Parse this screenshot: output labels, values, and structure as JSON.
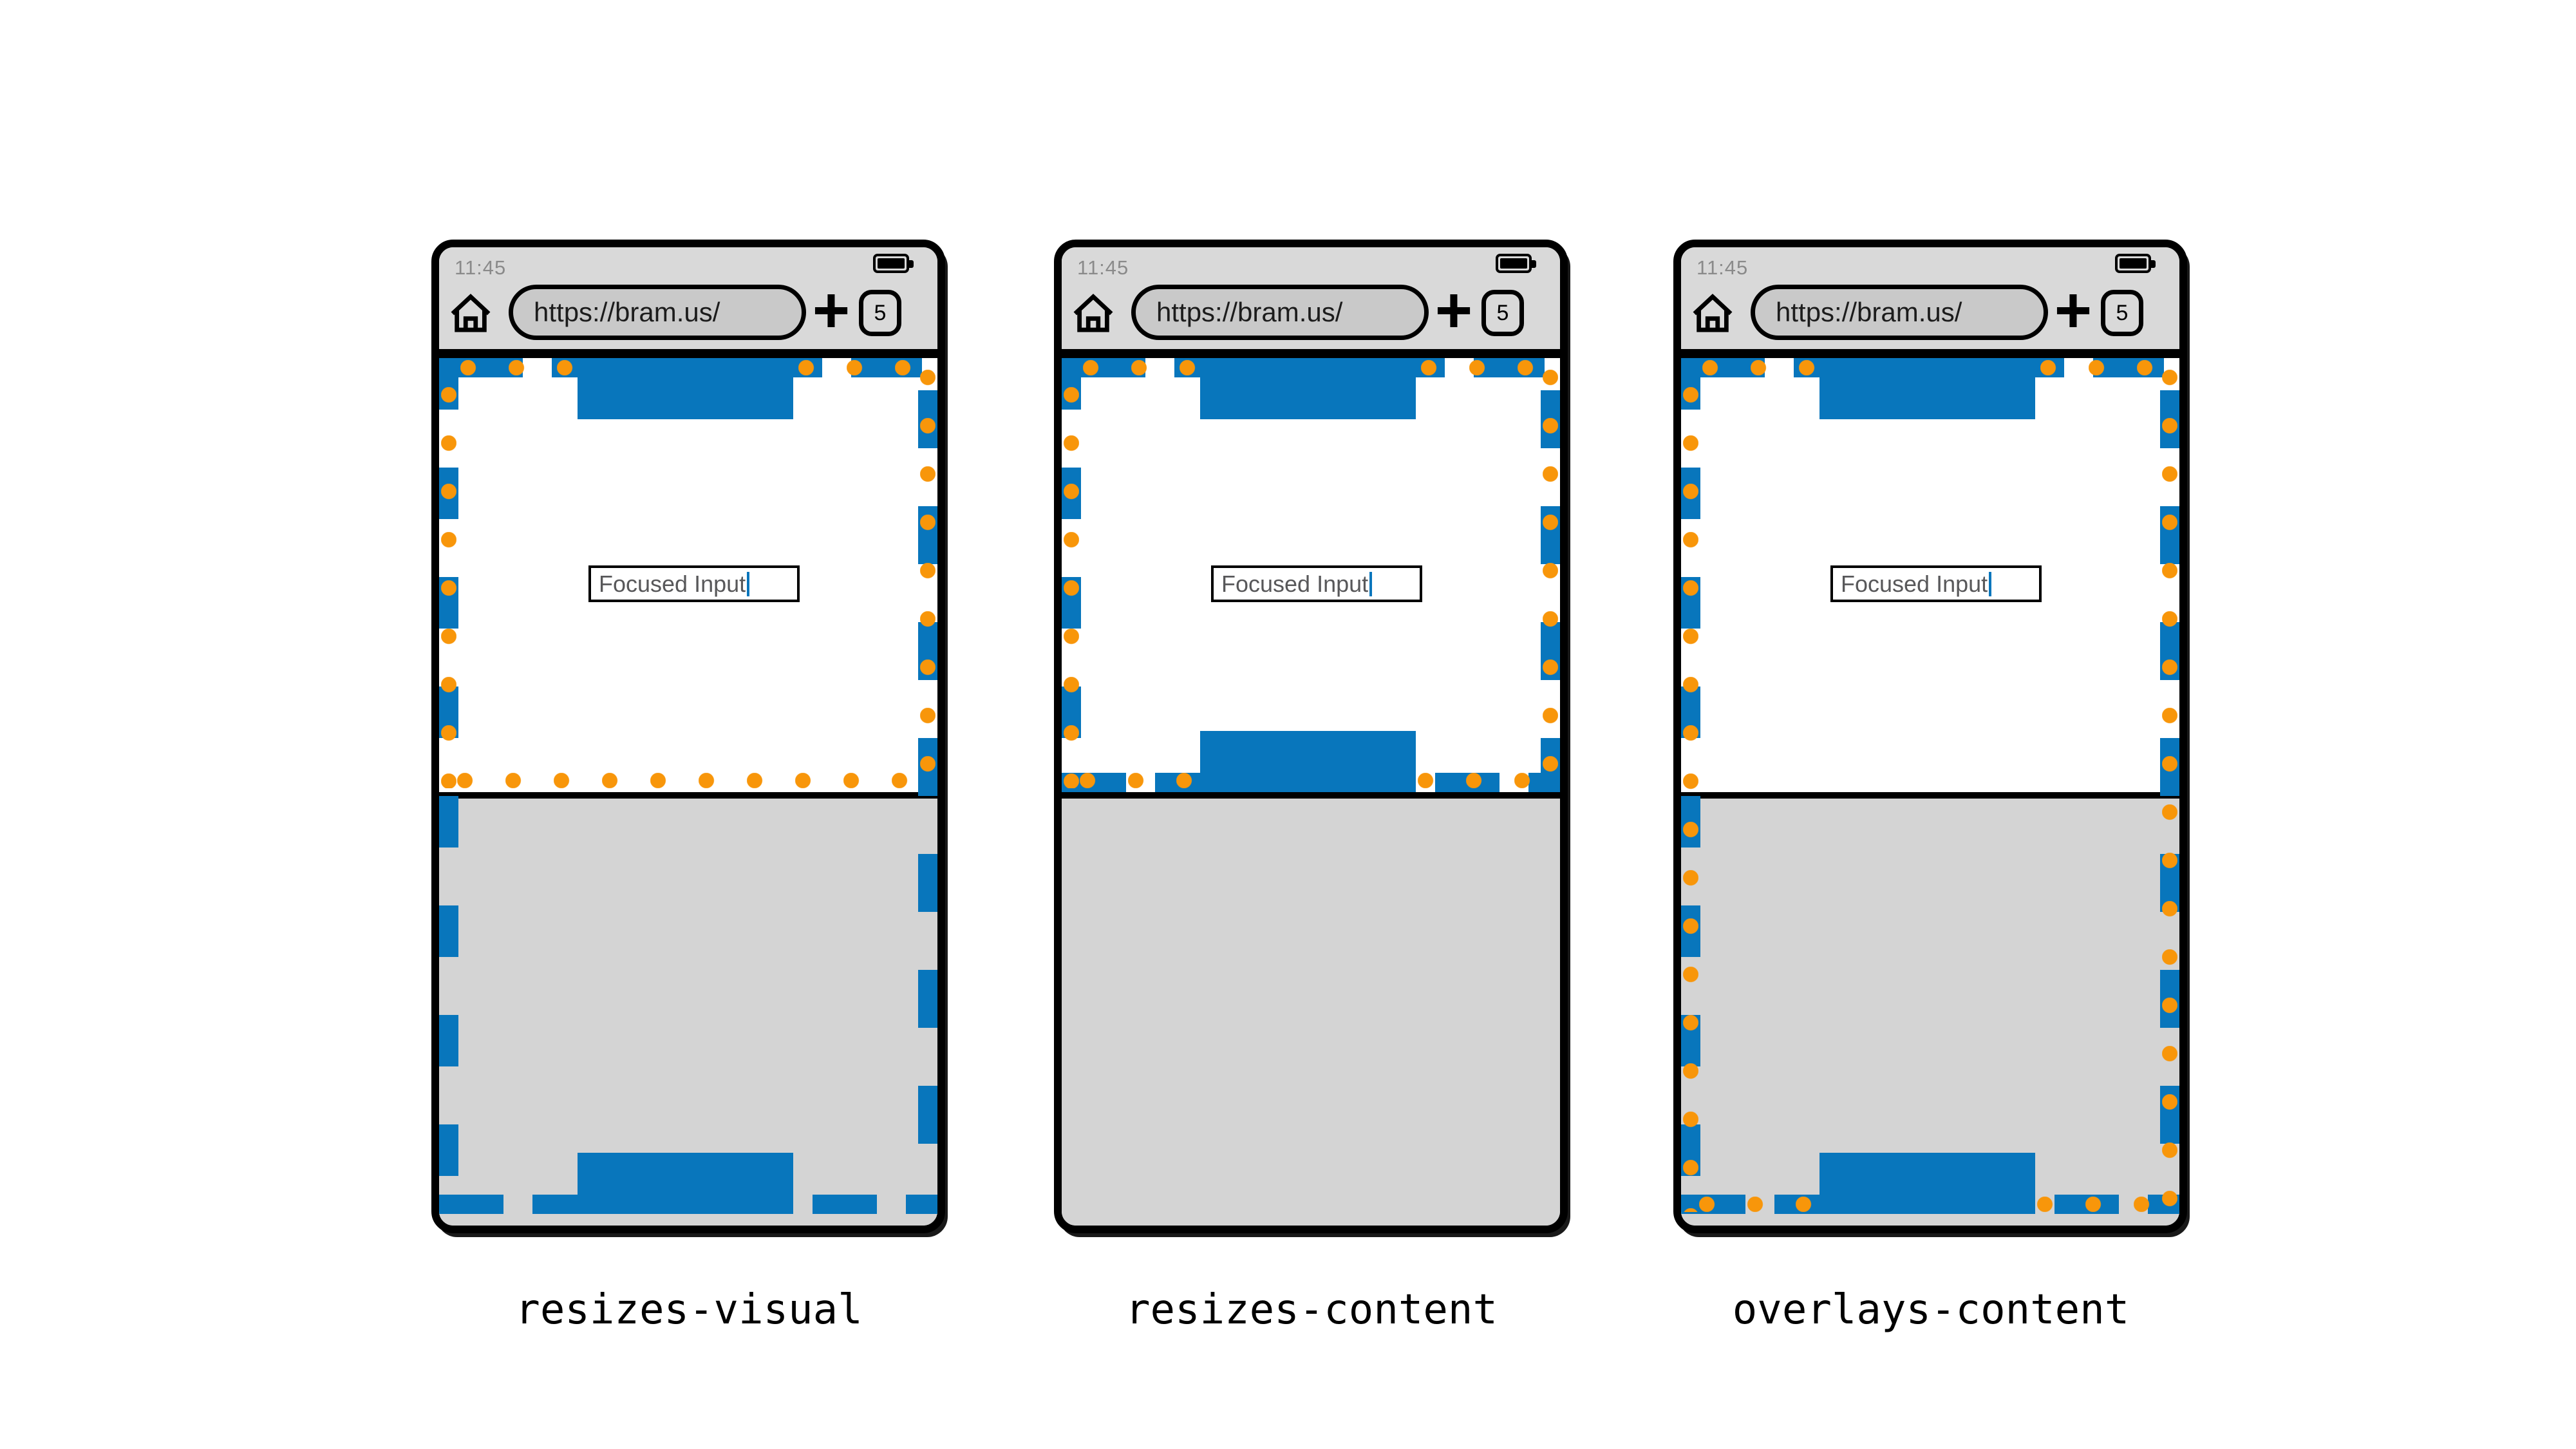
{
  "chrome": {
    "time": "11:45",
    "url": "https://bram.us/",
    "plus_label": "+",
    "tab_count": "5"
  },
  "input": {
    "value": "Focused Input"
  },
  "phones": [
    {
      "label": "resizes-visual",
      "page_mode": "full",
      "dots_mode": "viewport"
    },
    {
      "label": "resizes-content",
      "page_mode": "viewport",
      "dots_mode": "viewport"
    },
    {
      "label": "overlays-content",
      "page_mode": "full",
      "dots_mode": "full"
    }
  ],
  "colors": {
    "blue": "#0876BC",
    "orange": "#F8960A",
    "chrome_gray": "#D9D9D9",
    "keyboard_gray": "#D4D4D4",
    "pill_gray": "#C9C9C9",
    "status_text": "#8A8A8A",
    "input_text": "#58585A",
    "frame_black": "#000000"
  }
}
